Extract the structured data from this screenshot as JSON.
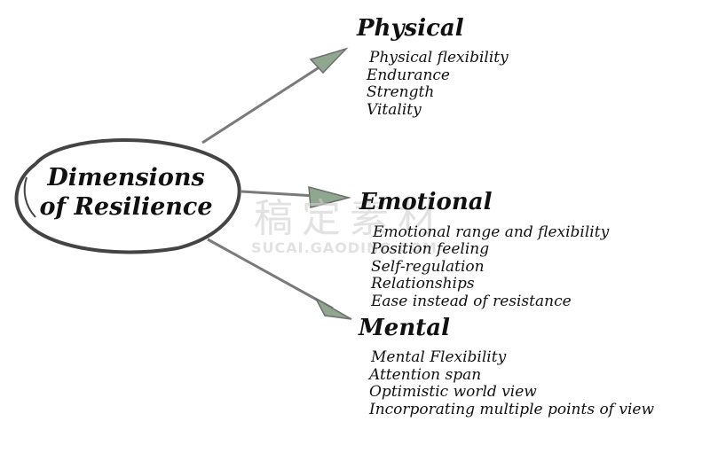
{
  "center": {
    "line1": "Dimensions",
    "line2": "of Resilience"
  },
  "branches": [
    {
      "heading": "Physical",
      "items": [
        "Physical flexibility",
        "Endurance",
        "Strength",
        "Vitality"
      ]
    },
    {
      "heading": "Emotional",
      "items": [
        "Emotional range and flexibility",
        "Position feeling",
        "Self-regulation",
        "Relationships",
        "Ease instead of resistance"
      ]
    },
    {
      "heading": "Mental",
      "items": [
        "Mental Flexibility",
        "Attention span",
        "Optimistic world view",
        "Incorporating multiple points of view"
      ]
    }
  ],
  "watermark": {
    "cn": "稿定素材",
    "en": "SUCAI.GAODING.COM"
  },
  "colors": {
    "ellipse": "#444444",
    "arrow_stroke": "#7a7a7a",
    "arrow_head": "#8fa68f",
    "text": "#111111"
  }
}
